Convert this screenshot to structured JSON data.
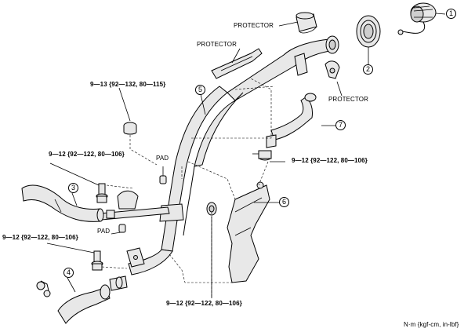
{
  "labels": {
    "protector_top": "PROTECTOR",
    "protector_left": "PROTECTOR",
    "protector_right": "PROTECTOR",
    "torque_1": "9—13 {92—132, 80—115}",
    "torque_2": "9—12 {92—122, 80—106}",
    "torque_3": "9—12 {92—122, 80—106}",
    "torque_4": "9—12 {92—122, 80—106}",
    "torque_5": "9—12 {92—122, 80—106}",
    "pad_upper": "PAD",
    "pad_lower": "PAD",
    "units": "N·m {kgf-cm, in-lbf}"
  },
  "callouts": [
    "1",
    "2",
    "3",
    "4",
    "5",
    "6",
    "7"
  ]
}
